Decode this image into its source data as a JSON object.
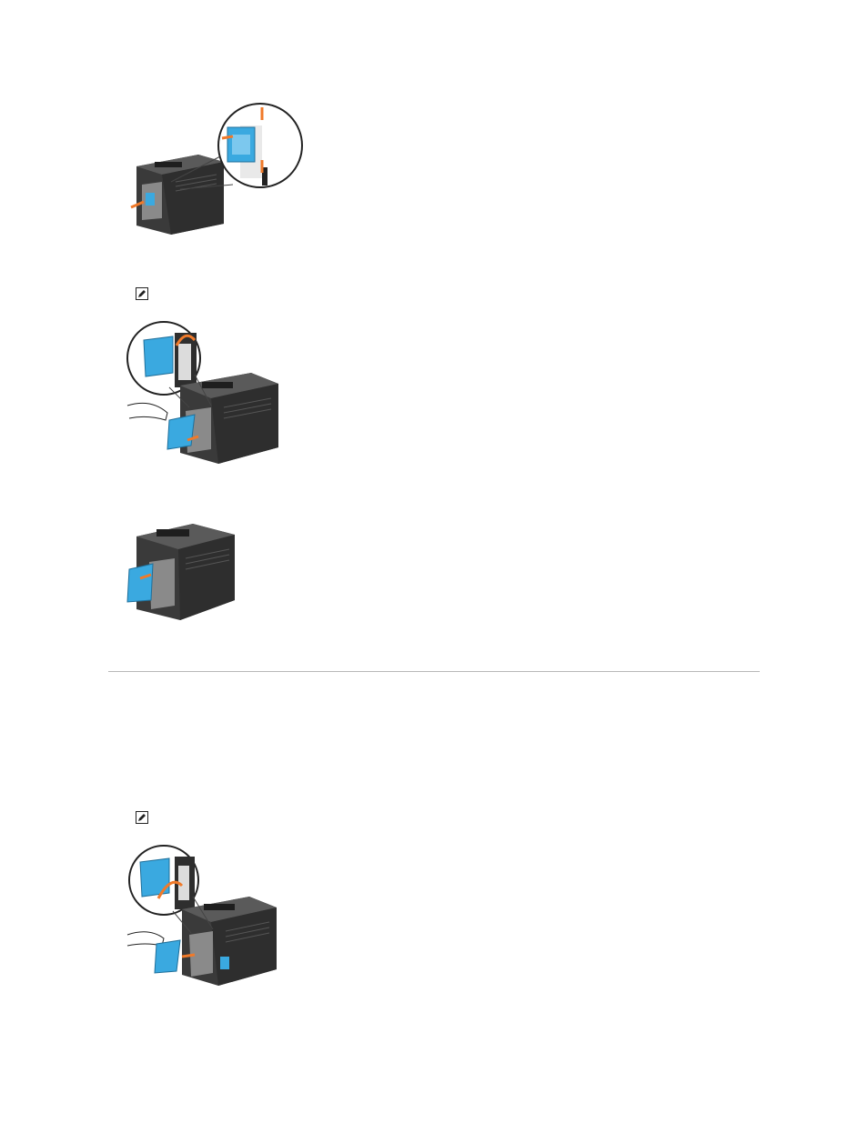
{
  "page": {
    "figures": [
      {
        "name": "figure-install-wireless-adapter"
      },
      {
        "name": "figure-attach-cover-with-zoom"
      },
      {
        "name": "figure-cover-attached"
      },
      {
        "name": "figure-remove-cover-with-zoom"
      }
    ],
    "notes": [
      {
        "icon": "note-pencil-icon"
      },
      {
        "icon": "note-pencil-icon"
      }
    ],
    "colors": {
      "part_blue": "#3aa9e0",
      "printer_dark": "#3a3a3a",
      "printer_light": "#6b6b6b",
      "arrow_orange": "#f07a2a",
      "rule": "#b8b8b8"
    }
  }
}
